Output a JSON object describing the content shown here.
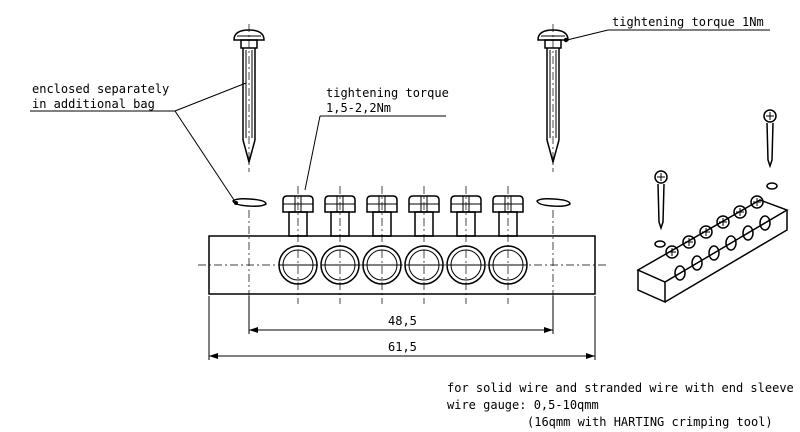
{
  "annotations": {
    "enclosed_line1": "enclosed separately",
    "enclosed_line2": "in additional bag",
    "torque_screw_line1": "tightening torque",
    "torque_screw_line2": "1,5-2,2Nm",
    "torque_mount": "tightening torque 1Nm"
  },
  "dimensions": {
    "inner_width": "48,5",
    "outer_width": "61,5"
  },
  "notes": {
    "line1": "for solid wire and stranded wire with end sleeve",
    "line2": "wire gauge: 0,5-10qmm",
    "line3": "(16qmm with HARTING crimping tool)"
  }
}
